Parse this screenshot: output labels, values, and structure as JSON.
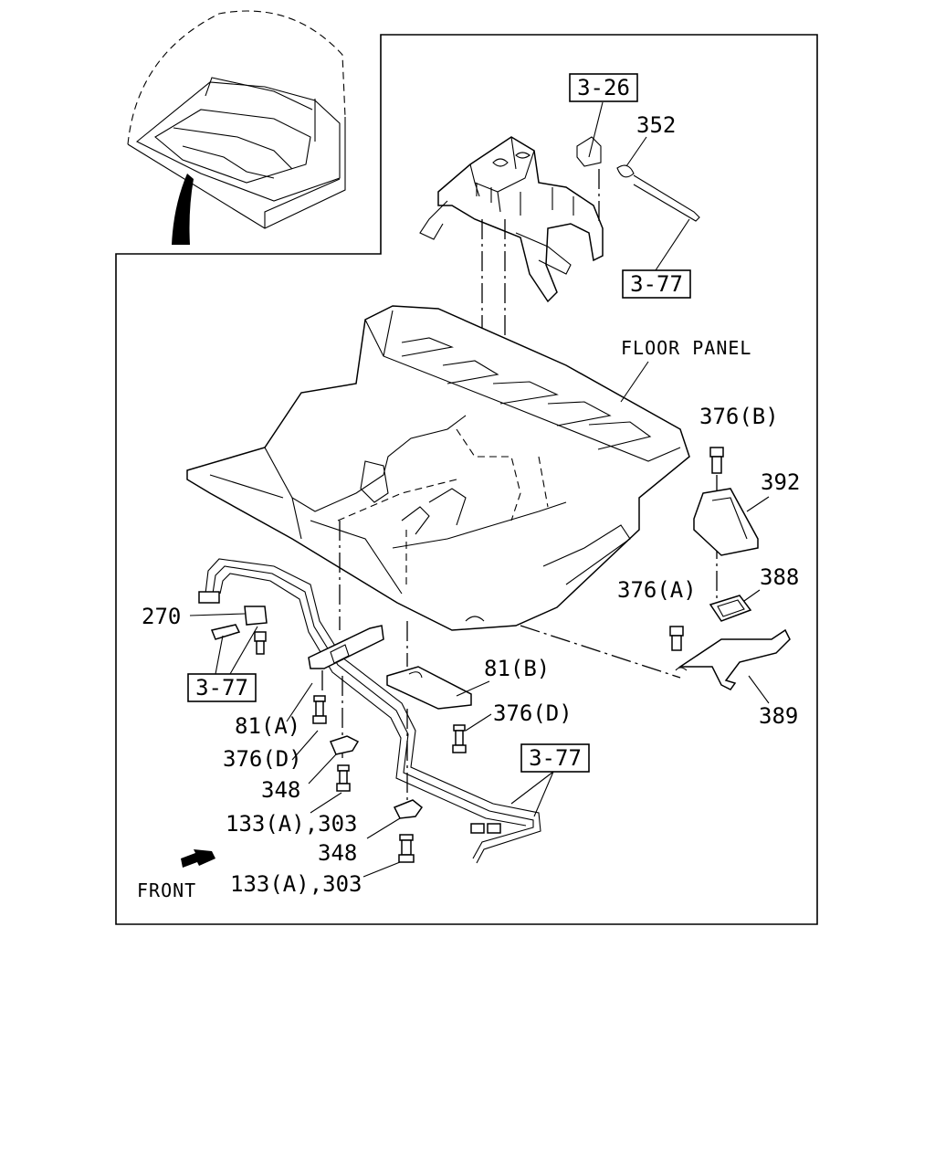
{
  "diagram": {
    "refs": {
      "ref_3_26": "3-26",
      "ref_3_77_top": "3-77",
      "ref_3_77_left": "3-77",
      "ref_3_77_bottom": "3-77"
    },
    "labels": {
      "floor_panel": "FLOOR PANEL",
      "p352": "352",
      "p376b": "376(B)",
      "p392": "392",
      "p388": "388",
      "p376a": "376(A)",
      "p389": "389",
      "p270": "270",
      "p81b": "81(B)",
      "p376d_right": "376(D)",
      "p81a": "81(A)",
      "p376d_left": "376(D)",
      "p348_upper": "348",
      "p133a_upper": "133(A),303",
      "p348_lower": "348",
      "p133a_lower": "133(A),303",
      "front": "FRONT"
    },
    "icons": [
      "front-arrow-icon",
      "locator-arrow-icon"
    ]
  }
}
